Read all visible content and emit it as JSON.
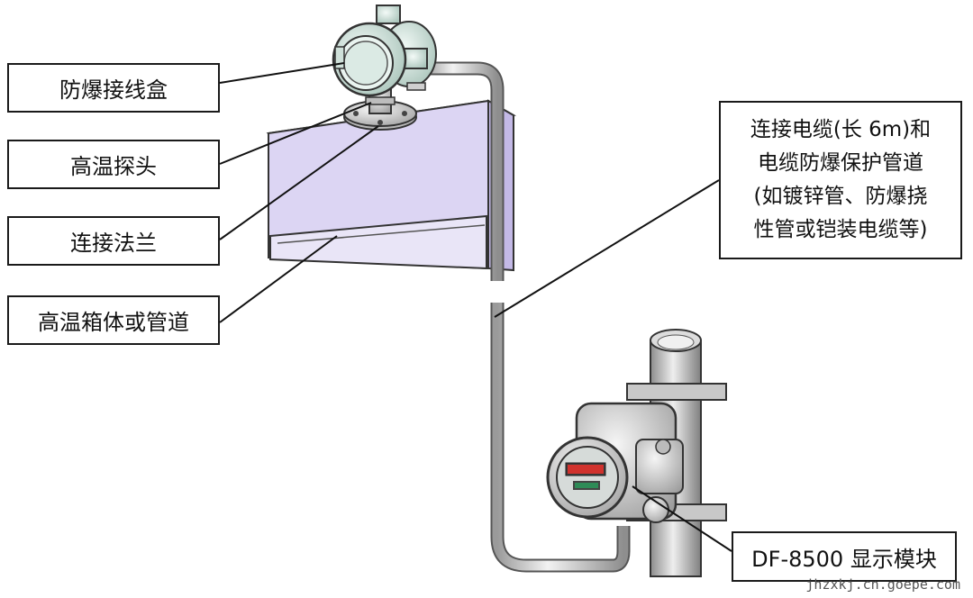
{
  "labels": {
    "junction_box": "防爆接线盒",
    "probe": "高温探头",
    "flange": "连接法兰",
    "chamber": "高温箱体或管道",
    "cable": [
      "连接电缆(长 6m)和",
      "电缆防爆保护管道",
      "(如镀锌管、防爆挠",
      "性管或铠装电缆等)"
    ],
    "display_module": "DF-8500 显示模块"
  },
  "watermark": "jhzxkj.cn.goepe.com",
  "colors": {
    "chamber_fill": "#d9d2f2",
    "chamber_inner": "#c8bfe8",
    "housing": "#d8e8e2",
    "housing_dark": "#9fb8ae",
    "pipe": "#dcdcdc",
    "metal": "#cfcfcf",
    "display_red": "#d0322d",
    "display_green": "#2e8b57"
  }
}
